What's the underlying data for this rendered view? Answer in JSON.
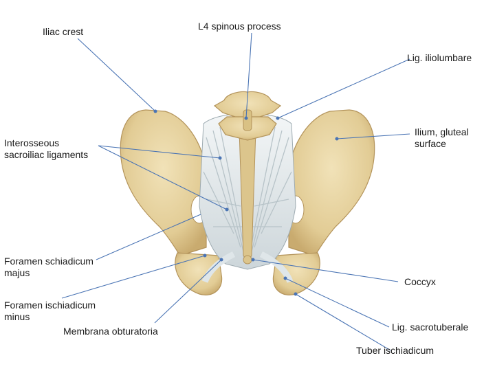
{
  "labels": {
    "iliac_crest": "Iliac crest",
    "l4_spinous_process": "L4  spinous process",
    "lig_iliolumbare": "Lig. iliolumbare",
    "ilium_gluteal_surface": "Ilium, gluteal\nsurface",
    "interosseous_sacroiliac_ligaments": "Interosseous\nsacroiliac ligaments",
    "foramen_schiadicum_majus": "Foramen schiadicum\nmajus",
    "coccyx": "Coccyx",
    "foramen_ischiadicum_minus": "Foramen ischiadicum\nminus",
    "membrana_obturatoria": "Membrana obturatoria",
    "lig_sacrotuberale": "Lig. sacrotuberale",
    "tuber_ischiadicum": "Tuber ischiadicum"
  },
  "colors": {
    "bone": "#e6d3a3",
    "bone_shadow": "#c9b07a",
    "ligament": "#e9eef0",
    "leader_line": "#4a74b4",
    "text": "#1a1a1a"
  }
}
